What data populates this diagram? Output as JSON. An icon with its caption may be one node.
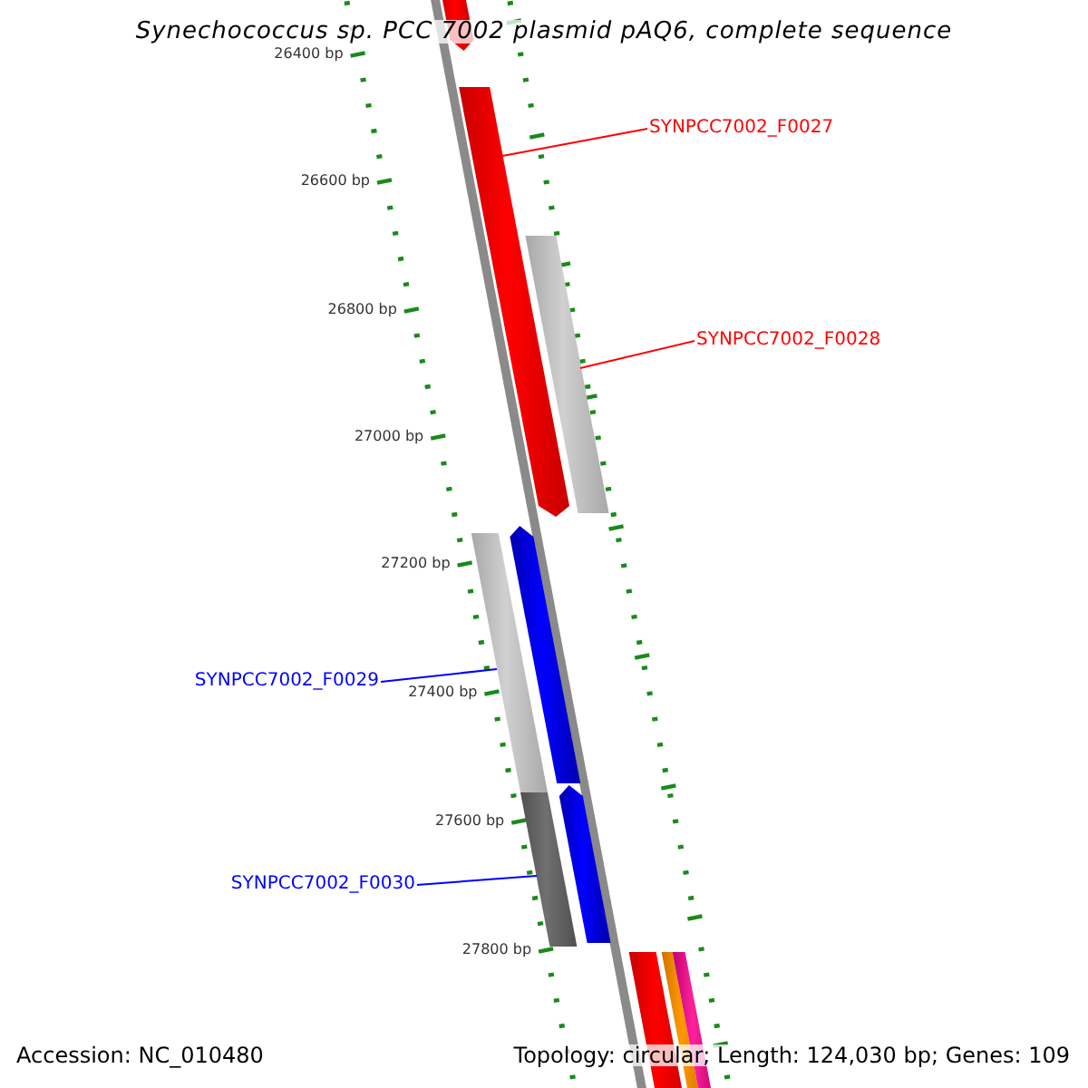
{
  "diagram": {
    "title": "Synechococcus sp. PCC 7002 plasmid pAQ6, complete sequence",
    "nodes": [
      {
        "text": [
          "SYNPCC7002_F0027"
        ]
      },
      {
        "text": [
          "SYNPCC7002_F0028"
        ]
      },
      {
        "text": [
          "SYNPCC7002_F0029"
        ]
      },
      {
        "text": [
          "SYNPCC7002_F0030"
        ]
      },
      {
        "text": [],
        "shape": "arrow"
      },
      {
        "text": [],
        "shape": "arrow"
      },
      {
        "text": [],
        "shape": "bar"
      },
      {
        "text": [],
        "shape": "arrow"
      },
      {
        "text": [],
        "shape": "bar"
      },
      {
        "text": [],
        "shape": "arrow"
      },
      {
        "text": [],
        "shape": "bar"
      },
      {
        "text": [],
        "shape": "bar"
      },
      {
        "text": [],
        "shape": "bar"
      },
      {
        "text": [],
        "shape": "bar"
      }
    ],
    "edges": [
      {
        "from": 0,
        "to": 5,
        "arrow": "none",
        "color": "#ff0000"
      },
      {
        "from": 1,
        "to": 6,
        "arrow": "none",
        "color": "#ff0000"
      },
      {
        "from": 2,
        "to": 8,
        "arrow": "none",
        "color": "#0000ff"
      },
      {
        "from": 3,
        "to": 10,
        "arrow": "none",
        "color": "#0000ff"
      }
    ],
    "labels": [
      "26400 bp",
      "26600 bp",
      "26800 bp",
      "27000 bp",
      "27200 bp",
      "27400 bp",
      "27600 bp",
      "27800 bp",
      "Accession: NC_010480",
      "Topology: circular; Length: 124,030 bp; Genes: 109"
    ]
  }
}
